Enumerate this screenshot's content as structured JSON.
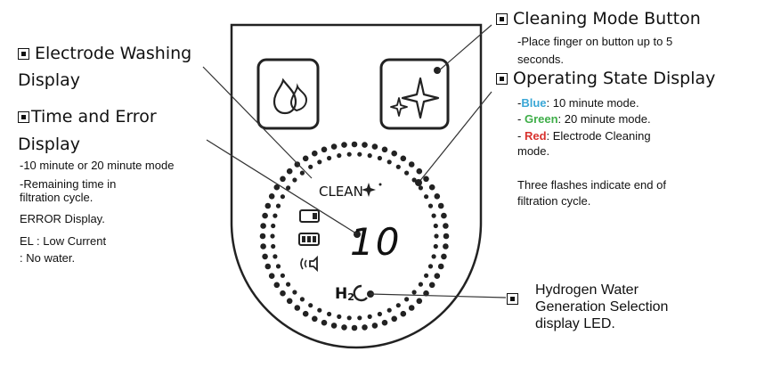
{
  "electrode_washing": {
    "line1": "Electrode Washing",
    "line2": "Display"
  },
  "time_error": {
    "line1": "Time and Error",
    "line2": "Display",
    "desc": [
      "-10 minute or 20 minute mode",
      "-Remaining time in",
      "filtration cycle.",
      "ERROR Display.",
      "EL : Low Current",
      ": No water."
    ]
  },
  "cleaning_mode": {
    "title": "Cleaning Mode Button",
    "desc": [
      "-Place finger on button up to 5",
      "seconds."
    ]
  },
  "operating_state": {
    "title": "Operating State Display",
    "blue_prefix": "-",
    "blue_word": "Blue",
    "blue_rest": ": 10 minute mode.",
    "green_prefix": "- ",
    "green_word": "Green",
    "green_rest": ": 20 minute mode.",
    "red_prefix": "- ",
    "red_word": "Red",
    "red_rest": ": Electrode Cleaning",
    "red_line2": "mode.",
    "flash_line1": "Three flashes indicate end of",
    "flash_line2": "filtration cycle."
  },
  "hydrogen": {
    "lines": [
      "Hydrogen Water",
      "Generation Selection",
      "display LED."
    ]
  },
  "device": {
    "clean_text": "CLEAN",
    "time_value": "10",
    "h2_text": "H",
    "h2_sub": "2"
  },
  "colors": {
    "blue": "#3aa7d6",
    "green": "#3fae49",
    "red": "#d8322e"
  }
}
